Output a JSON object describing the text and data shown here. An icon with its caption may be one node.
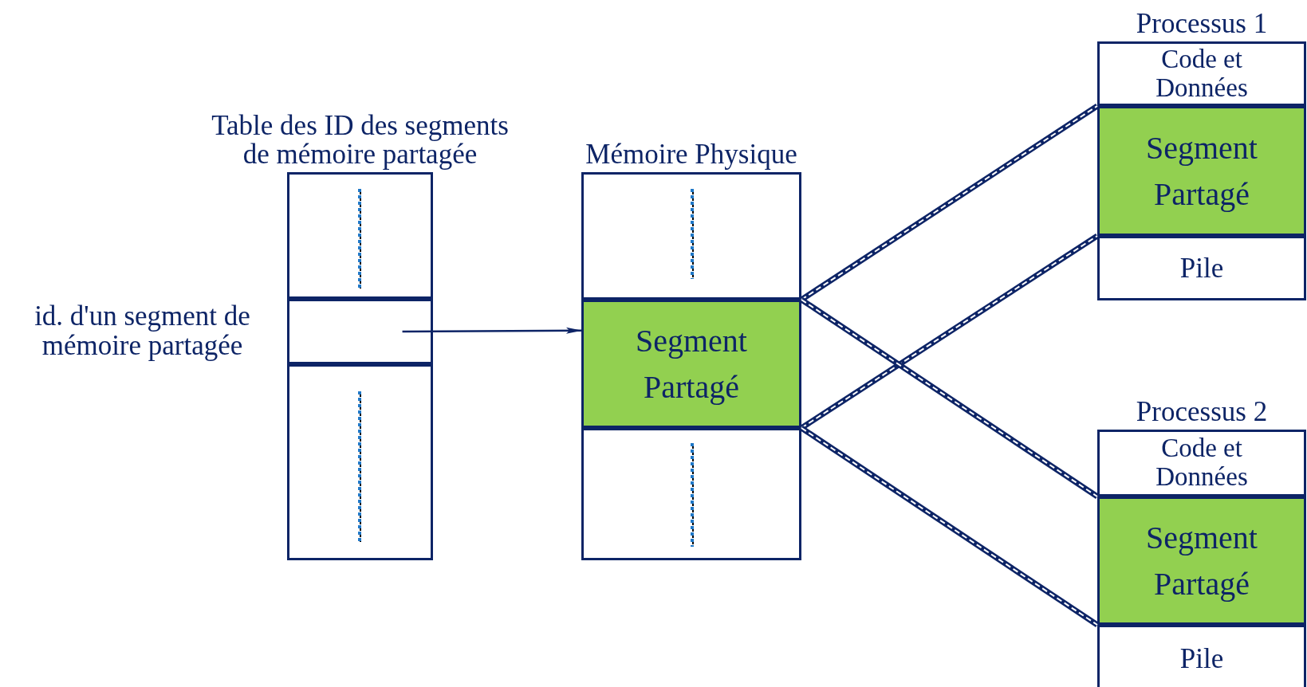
{
  "diagram": {
    "nodes": [
      {
        "text": [
          "Table des ID des segments de mémoire partagée"
        ]
      },
      {
        "text": [],
        "shape": "box",
        "in": 0
      },
      {
        "text": [],
        "shape": "box",
        "in": 0,
        "beside": [
          "id. d'un segment de mémoire partagée"
        ]
      },
      {
        "text": [],
        "shape": "box",
        "in": 0
      },
      {
        "text": [
          "Mémoire Physique"
        ]
      },
      {
        "text": [],
        "shape": "box",
        "in": 4
      },
      {
        "text": [
          "Segment Partagé"
        ],
        "in": 4
      },
      {
        "text": [],
        "shape": "box",
        "in": 4
      },
      {
        "text": [
          "Processus 1"
        ]
      },
      {
        "text": [
          "Code et Données"
        ],
        "in": 8
      },
      {
        "text": [
          "Segment Partagé"
        ],
        "in": 8
      },
      {
        "text": [
          "Pile"
        ],
        "in": 8
      },
      {
        "text": [
          "Processus 2"
        ]
      },
      {
        "text": [
          "Code et Données"
        ],
        "in": 12
      },
      {
        "text": [
          "Segment Partagé"
        ],
        "in": 12
      },
      {
        "text": [
          "Pile"
        ],
        "in": 12
      }
    ],
    "edges": [
      {
        "from": 2,
        "to": 6,
        "arrow": "to"
      },
      {
        "from": 6,
        "to": 10,
        "arrow": "none"
      },
      {
        "from": 6,
        "to": 10,
        "arrow": "none"
      },
      {
        "from": 6,
        "to": 14,
        "arrow": "none"
      },
      {
        "from": 6,
        "to": 14,
        "arrow": "none"
      }
    ]
  }
}
